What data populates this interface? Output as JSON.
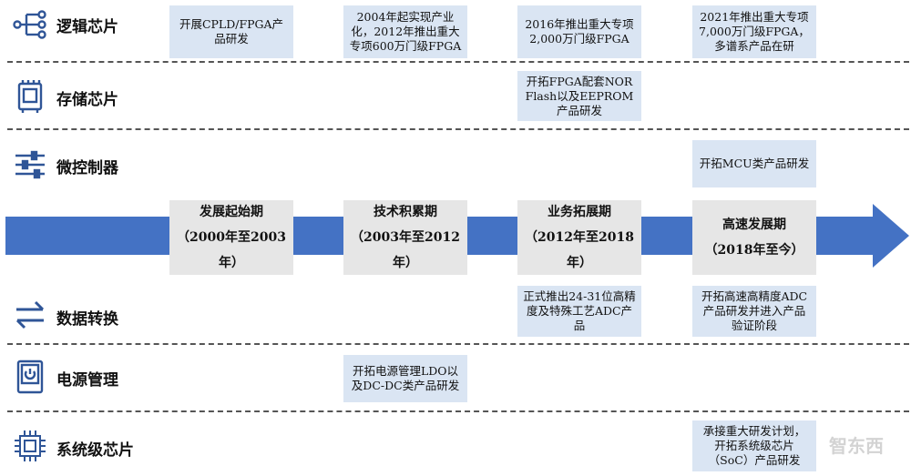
{
  "colors": {
    "arrow": "#4472c4",
    "icon": "#2f5597",
    "box_blue": "#dae5f3",
    "box_gray": "#e6e6e6"
  },
  "categories": [
    {
      "label": "逻辑芯片",
      "icon": "network-icon"
    },
    {
      "label": "存储芯片",
      "icon": "memory-chip-icon"
    },
    {
      "label": "微控制器",
      "icon": "sliders-icon"
    },
    {
      "label": "数据转换",
      "icon": "exchange-arrows-icon"
    },
    {
      "label": "电源管理",
      "icon": "power-icon"
    },
    {
      "label": "系统级芯片",
      "icon": "cpu-chip-icon"
    }
  ],
  "phases": [
    {
      "name": "发展起始期",
      "period": "（2000年至2003年）"
    },
    {
      "name": "技术积累期",
      "period": "（2003年至2012年）"
    },
    {
      "name": "业务拓展期",
      "period": "（2012年至2018年）"
    },
    {
      "name": "高速发展期",
      "period": "（2018年至今）"
    }
  ],
  "milestones": {
    "logic": [
      "开展CPLD/FPGA产品研发",
      "2004年起实现产业化，2012年推出重大专项600万门级FPGA",
      "2016年推出重大专项2,000万门级FPGA",
      "2021年推出重大专项7,000万门级FPGA，多谱系产品在研"
    ],
    "memory": "开拓FPGA配套NOR Flash以及EEPROM产品研发",
    "mcu": "开拓MCU类产品研发",
    "data_conv": [
      "正式推出24-31位高精度及特殊工艺ADC产品",
      "开拓高速高精度ADC产品研发并进入产品验证阶段"
    ],
    "power": "开拓电源管理LDO以及DC-DC类产品研发",
    "soc": "承接重大研发计划，开拓系统级芯片（SoC）产品研发"
  },
  "watermark": "智东西"
}
